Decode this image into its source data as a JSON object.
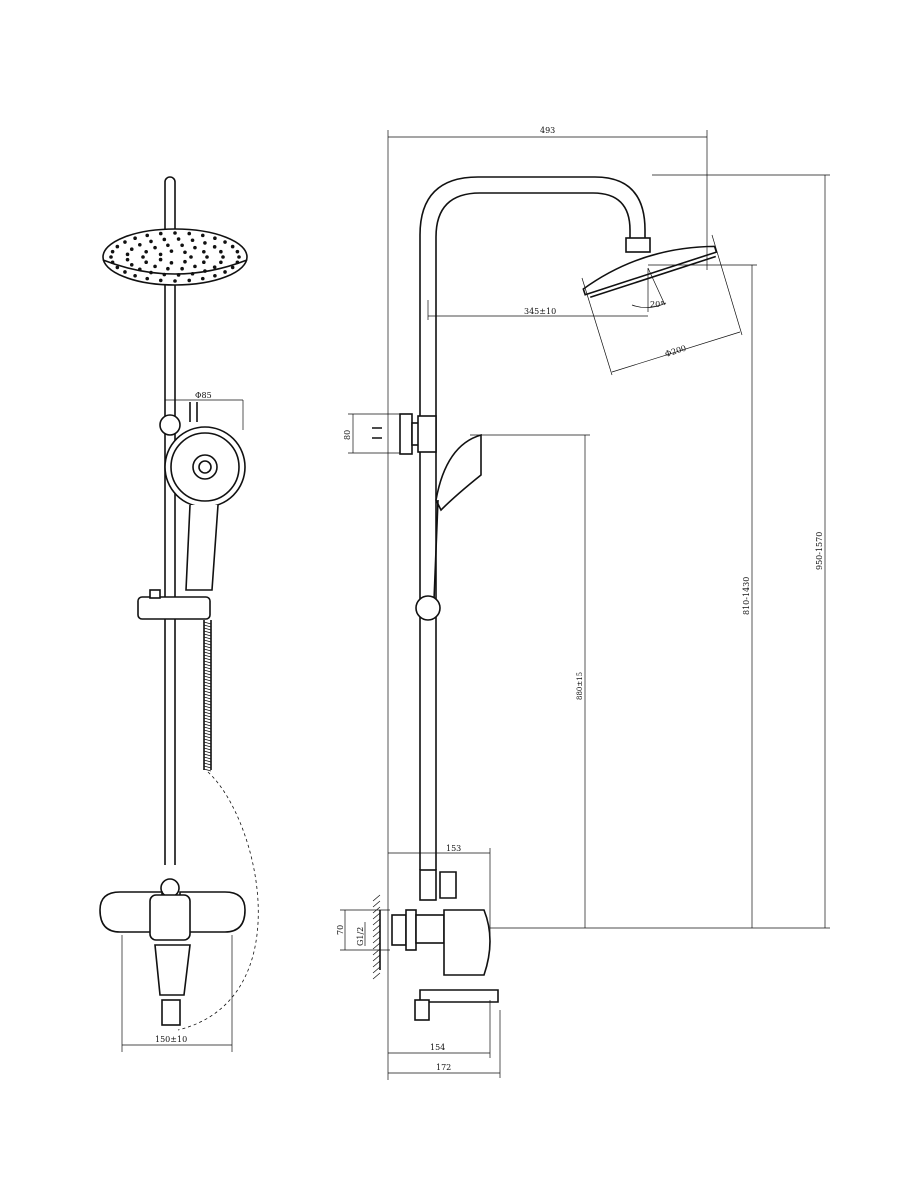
{
  "drawing": {
    "front_view": {
      "hand_shower_diameter": "Φ85",
      "mixer_width": "150±10"
    },
    "side_view": {
      "total_reach": "493",
      "arm_reach": "345±10",
      "head_tilt_angle": "20°",
      "head_diameter": "Φ200",
      "bracket_height": "80",
      "hand_shower_height": "880±15",
      "head_height_range": "810-1430",
      "total_height_range": "950-1570",
      "mixer_depth_top": "153",
      "wall_inlet_height": "70",
      "thread": "G1/2",
      "mixer_depth_mid": "154",
      "mixer_depth_bottom": "172"
    }
  }
}
